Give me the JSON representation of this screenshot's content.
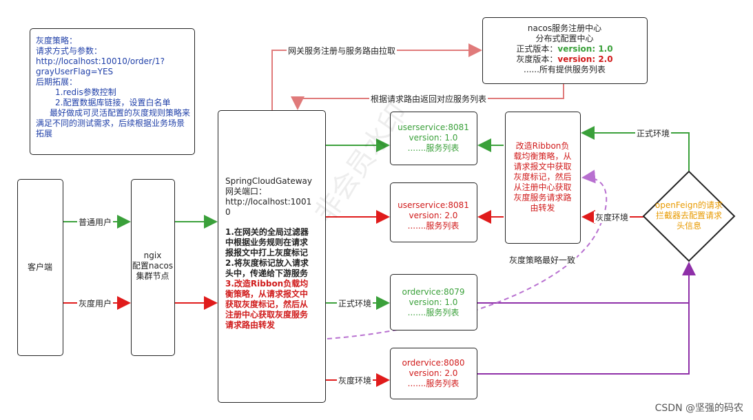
{
  "note": {
    "title": "灰度策略：",
    "line1": "请求方式与参数：",
    "line2": "http://localhost:10010/order/1?",
    "line3": "grayUserFlag=YES",
    "line4": "后期拓展：",
    "line5": "1.redis参数控制",
    "line6": "2.配置数据库链接，设置白名单",
    "line7": "最好做成可灵活配置的灰度规则策略来",
    "line8": "满足不同的测试需求，后续根据业务场景",
    "line9": "拓展"
  },
  "client": {
    "label": "客户端"
  },
  "nginx": {
    "line1": "ngix",
    "line2": "配置nacos",
    "line3": "集群节点"
  },
  "gateway": {
    "line1": "SpringCloudGateway",
    "line2": "网关端口：",
    "line3": "http://localhost:1001",
    "line4": "0",
    "step1a": "1.在网关的全局过滤器",
    "step1b": "中根据业务规则在请求",
    "step1c": "报报文中打上灰度标记",
    "step2a": "2.将灰度标记放入请求",
    "step2b": "头中，传递给下游服务",
    "step3a": "3.改造Ribbon负载均",
    "step3b": "衡策略，从请求报文中",
    "step3c": "获取灰度标记，然后从",
    "step3d": "注册中心获取灰度服务",
    "step3e": "请求路由转发"
  },
  "nacos": {
    "line1": "nacos服务注册中心",
    "line2": "分布式配置中心",
    "prod_label": "正式版本：",
    "prod_value": "version: 1.0",
    "gray_label": "灰度版本：",
    "gray_value": "version: 2.0",
    "line5": "......所有提供服务列表"
  },
  "svc_user1": {
    "name": "userservice:8081",
    "version": "version: 1.0",
    "list": ".......服务列表"
  },
  "svc_user2": {
    "name": "userservice:8081",
    "version": "version: 2.0",
    "list": ".......服务列表"
  },
  "svc_order1": {
    "name": "ordervice:8079",
    "version": "version: 1.0",
    "list": ".......服务列表"
  },
  "svc_order2": {
    "name": "ordervice:8080",
    "version": "version: 2.0",
    "list": ".......服务列表"
  },
  "ribbon": {
    "line1": "改造Ribbon负",
    "line2": "载均衡策略，从",
    "line3": "请求报文中获取",
    "line4": "灰度标记，然后",
    "line5": "从注册中心获取",
    "line6": "灰度服务请求路",
    "line7": "由转发"
  },
  "feign": {
    "line1": "openFeign的请求",
    "line2": "拦截器去配置请求",
    "line3": "头信息"
  },
  "labels": {
    "normal_user": "普通用户",
    "gray_user": "灰度用户",
    "register_pull": "网关服务注册与服务路由拉取",
    "return_list": "根据请求路由返回对应服务列表",
    "prod_env_top": "正式环境",
    "gray_env_right": "灰度环境",
    "prod_env_order": "正式环境",
    "gray_env_order": "灰度环境",
    "strategy_same": "灰度策略最好一致"
  },
  "watermark": "非会员水印",
  "signature": "CSDN @坚强的码农",
  "colors": {
    "green": "#3aa03a",
    "red": "#e01b1b",
    "purple": "#8e2fa8",
    "pink": "#e07a7a",
    "dashed": "#b870d0"
  }
}
